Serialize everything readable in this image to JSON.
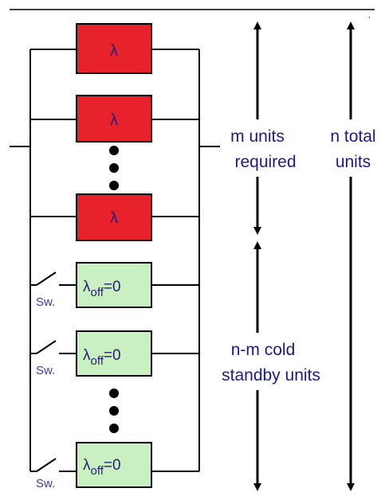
{
  "diagram": {
    "active_units": [
      {
        "label": "λ"
      },
      {
        "label": "λ"
      },
      {
        "label": "λ"
      }
    ],
    "standby_units": [
      {
        "lambda": "λ",
        "subscript": "off",
        "value": "=0",
        "switch_label": "Sw."
      },
      {
        "lambda": "λ",
        "subscript": "off",
        "value": "=0",
        "switch_label": "Sw."
      },
      {
        "lambda": "λ",
        "subscript": "off",
        "value": "=0",
        "switch_label": "Sw."
      }
    ],
    "labels": {
      "required_line1": "m units",
      "required_line2": "required",
      "total_line1": "n total",
      "total_line2": "units",
      "standby_line1": "n-m cold",
      "standby_line2": "standby units"
    },
    "colors": {
      "active_fill": "#e8222a",
      "standby_fill": "#c8f0c0",
      "label_text": "#1a1a8c"
    }
  }
}
